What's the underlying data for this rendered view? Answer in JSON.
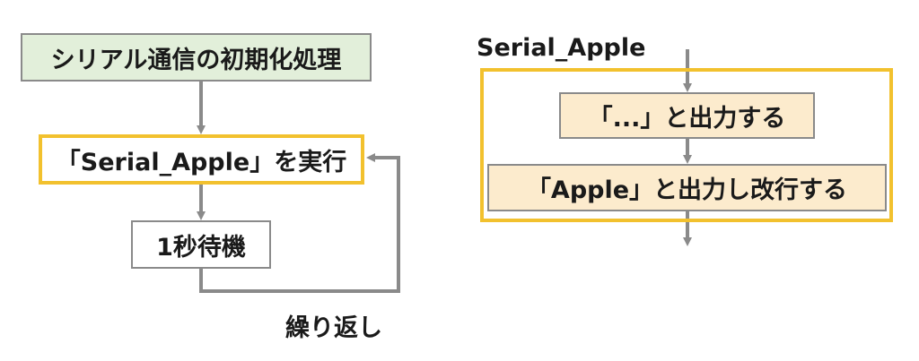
{
  "left_flow": {
    "init_label": "シリアル通信の初期化処理",
    "exec_label": "「Serial_Apple」を実行",
    "wait_label": "1秒待機",
    "repeat_label": "繰り返し"
  },
  "right_flow": {
    "function_name": "Serial_Apple",
    "step1_label": "「...」と出力する",
    "step2_label": "「Apple」と出力し改行する"
  },
  "colors": {
    "init_fill": "#e2efda",
    "highlight_border": "#f2c12e",
    "step_fill": "#fcebcd",
    "connector": "#8a8a8a"
  }
}
